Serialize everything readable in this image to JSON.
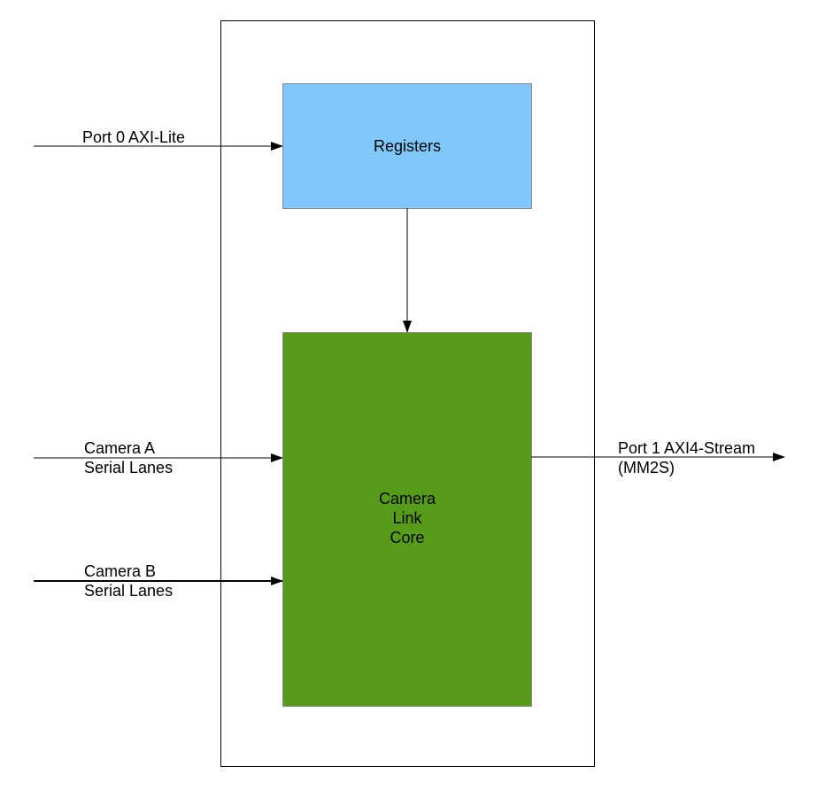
{
  "blocks": {
    "registers": {
      "label": "Registers",
      "fill": "#80c8fc",
      "stroke": "#8a8a8a"
    },
    "core": {
      "line1": "Camera",
      "line2": "Link",
      "line3": "Core",
      "fill": "#569b1a",
      "stroke": "#8a8a8a"
    }
  },
  "ports": {
    "port0": "Port 0 AXI-Lite",
    "camera_a": {
      "line1": "Camera A",
      "line2": "Serial Lanes"
    },
    "camera_b": {
      "line1": "Camera B",
      "line2": "Serial Lanes"
    },
    "port1": {
      "line1": "Port 1 AXI4-Stream",
      "line2": "(MM2S)"
    }
  }
}
